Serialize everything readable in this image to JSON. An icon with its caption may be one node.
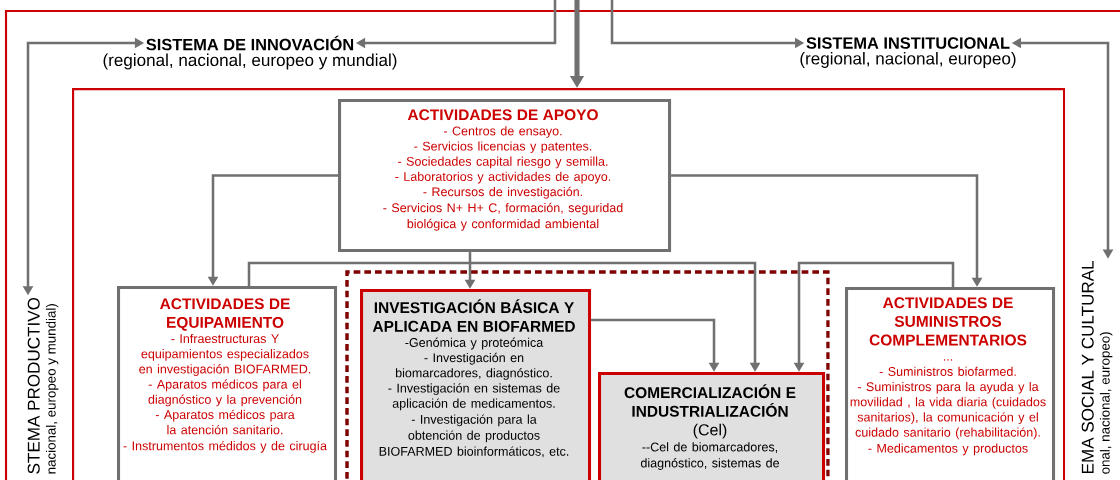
{
  "diagram": {
    "nodes": [
      {
        "text": [
          "SISTEMA DE INNOVACIÓN",
          "(regional, nacional, europeo y mundial)"
        ]
      },
      {
        "text": [
          "SISTEMA INSTITUCIONAL",
          "(regional, nacional, europeo)"
        ]
      },
      {
        "text": [
          "STEMA PRODUCTIVO",
          "nacional, europeo y mundial)"
        ]
      },
      {
        "text": [
          "EMA SOCIAL Y CULTURAL",
          "onal, nacional, europeo)"
        ]
      },
      {
        "text": [],
        "shape": "box"
      },
      {
        "text": [
          "ACTIVIDADES DE APOYO",
          "- Centros de ensayo.",
          "- Servicios licencias y patentes.",
          "- Sociedades capital riesgo y semilla.",
          "- Laboratorios y actividades de apoyo.",
          "- Recursos de investigación.",
          "- Servicios N+ H+ C, formación, seguridad biológica y conformidad ambiental"
        ],
        "in": 4
      },
      {
        "text": [
          "ACTIVIDADES DE EQUIPAMIENTO",
          "- Infraestructuras  Y equipamientos especializados en investigación BIOFARMED.",
          "- Aparatos médicos para el diagnóstico y la prevención",
          "- Aparatos médicos para la atención sanitario.",
          "- Instrumentos médidos y de cirugía"
        ],
        "in": 4
      },
      {
        "text": [
          "INVESTIGACIÓN BÁSICA Y APLICADA EN BIOFARMED",
          "-Genómica y proteómica",
          "- Investigación en biomarcadores, diagnóstico.",
          "- Investigación en sistemas de aplicación de medicamentos.",
          "- Investigación para la obtención de productos BIOFARMED bioinformáticos, etc."
        ],
        "in": 4
      },
      {
        "text": [
          "COMERCIALIZACIÓN E INDUSTRIALIZACIÓN",
          "(Cel)",
          "--Cel de biomarcadores, diagnóstico, sistemas de"
        ],
        "in": 4
      },
      {
        "text": [
          "ACTIVIDADES DE SUMINISTROS COMPLEMENTARIOS",
          "...",
          "- Suministros biofarmed.",
          "- Suministros para la ayuda y la movilidad , la vida diaria (cuidados sanitarios), la comunicación y el cuidado sanitario (rehabilitación).",
          "- Medicamentos y productos"
        ],
        "in": 4
      }
    ],
    "edges": [
      {
        "from": null,
        "to": 0,
        "arrow": "to"
      },
      {
        "from": null,
        "to": 1,
        "arrow": "to"
      },
      {
        "from": null,
        "to": 4,
        "arrow": "to",
        "style": "thick"
      },
      {
        "from": 2,
        "to": 0,
        "arrow": "both"
      },
      {
        "from": 1,
        "to": 3,
        "arrow": "both"
      },
      {
        "from": 5,
        "to": 6,
        "arrow": "to"
      },
      {
        "from": 5,
        "to": 7,
        "arrow": "to"
      },
      {
        "from": 5,
        "to": 9,
        "arrow": "to"
      },
      {
        "from": 6,
        "to": 8,
        "arrow": "to"
      },
      {
        "from": 9,
        "to": 8,
        "arrow": "to"
      },
      {
        "from": 7,
        "to": 8,
        "arrow": "to"
      }
    ]
  }
}
